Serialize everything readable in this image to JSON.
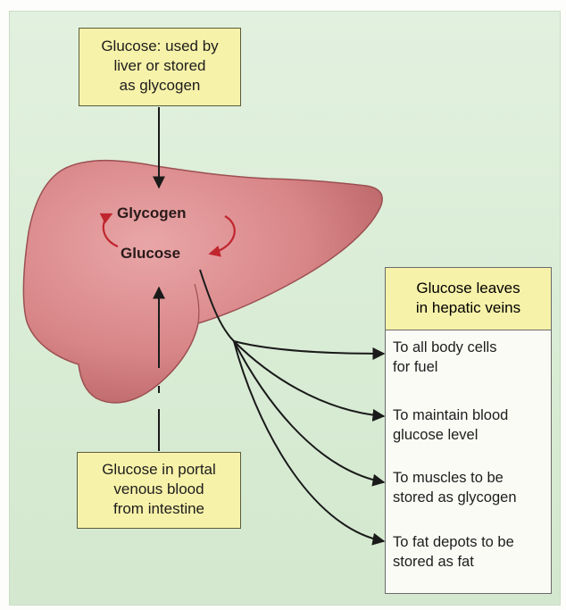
{
  "top_box": {
    "lines": [
      "Glucose: used by",
      "liver or stored",
      "as glycogen"
    ]
  },
  "portal_box": {
    "lines": [
      "Glucose in portal",
      "venous blood",
      "from intestine"
    ]
  },
  "liver": {
    "glycogen_label": "Glycogen",
    "glucose_label": "Glucose"
  },
  "veins_box": {
    "title_lines": [
      "Glucose leaves",
      "in hepatic veins"
    ],
    "destinations": [
      {
        "lines": [
          "To all body cells",
          "for fuel"
        ]
      },
      {
        "lines": [
          "To maintain blood",
          "glucose level"
        ]
      },
      {
        "lines": [
          "To muscles to be",
          "stored as glycogen"
        ]
      },
      {
        "lines": [
          "To fat depots to be",
          "stored as fat"
        ]
      }
    ]
  },
  "colors": {
    "background": "#dcefd9",
    "liver": "#d98a8c",
    "label_box": "#f7f2a9",
    "cycle_arrow": "#c0262e"
  }
}
